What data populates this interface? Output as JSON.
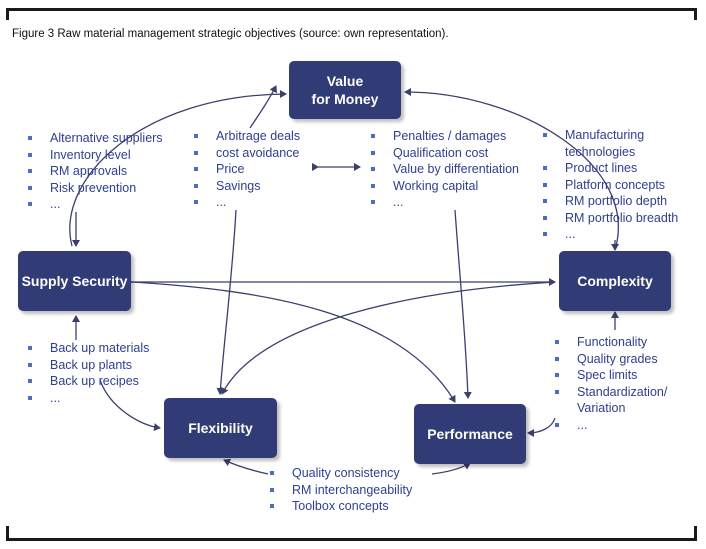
{
  "caption": "Figure 3 Raw material management strategic objectives (source: own representation).",
  "nodes": {
    "value": {
      "line1": "Value",
      "line2": "for Money"
    },
    "supply": "Supply Security",
    "complexity": "Complexity",
    "flexibility": "Flexibility",
    "performance": "Performance"
  },
  "lists": {
    "supply_top": [
      "Alternative suppliers",
      "Inventory level",
      "RM approvals",
      "Risk prevention",
      "..."
    ],
    "value_left": [
      "Arbitrage deals",
      "cost avoidance",
      "Price",
      "Savings",
      "..."
    ],
    "value_right": [
      "Penalties / damages",
      "Qualification cost",
      "Value by differentiation",
      "Working capital",
      "..."
    ],
    "complexity_top": [
      "Manufacturing",
      "technologies",
      "Product lines",
      "Platform concepts",
      "RM portfolio depth",
      "RM portfolio breadth",
      "..."
    ],
    "supply_bottom": [
      "Back up materials",
      "Back up plants",
      "Back up recipes",
      "..."
    ],
    "complexity_bottom": [
      "Functionality",
      "Quality grades",
      "Spec limits",
      "Standardization/",
      "Variation",
      "..."
    ],
    "bottom": [
      "Quality consistency",
      "RM interchangeability",
      "Toolbox concepts"
    ]
  },
  "colors": {
    "node": "#313c77",
    "text": "#2f3f8f",
    "line": "#3a3f6e"
  }
}
